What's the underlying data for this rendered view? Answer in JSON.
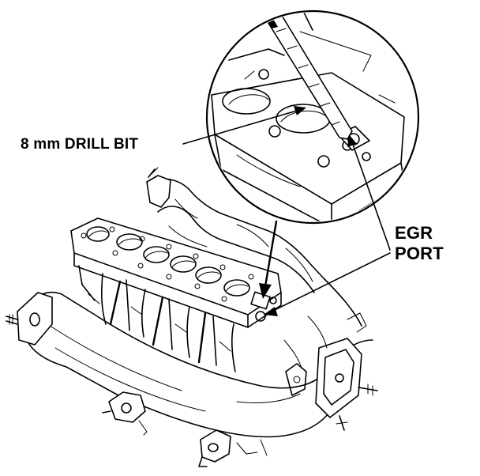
{
  "callouts": {
    "drill_bit": "8 mm DRILL BIT",
    "egr_port_line1": "EGR",
    "egr_port_line2": "PORT"
  },
  "colors": {
    "ink": "#000000",
    "paper": "#ffffff"
  }
}
